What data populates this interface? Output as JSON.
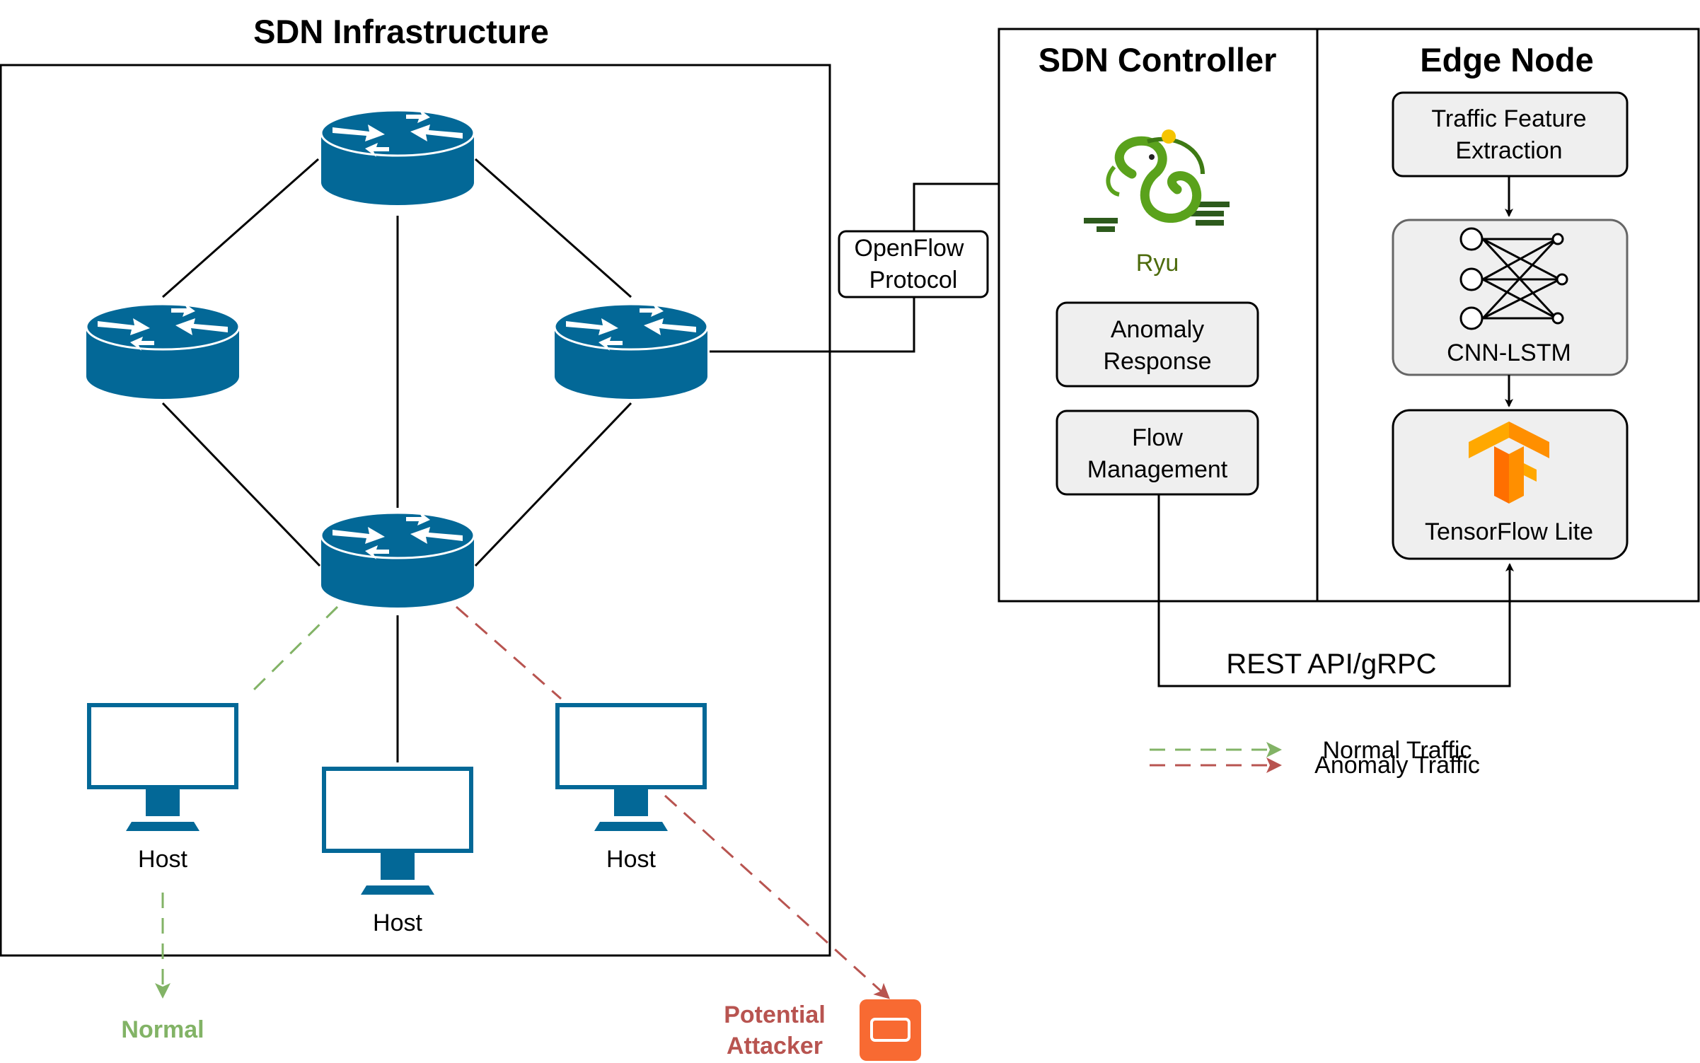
{
  "infrastructure": {
    "title": "SDN Infrastructure",
    "hosts": [
      "Host",
      "Host",
      "Host"
    ],
    "normal_label": "Normal",
    "attacker_label": [
      "Potential",
      "Attacker"
    ]
  },
  "openflow": {
    "lines": [
      "OpenFlow",
      "Protocol"
    ]
  },
  "controller": {
    "title": "SDN Controller",
    "ryu_label": "Ryu",
    "anomaly_response": [
      "Anomaly",
      "Response"
    ],
    "flow_management": [
      "Flow",
      "Management"
    ]
  },
  "edge": {
    "title": "Edge Node",
    "feature_extraction": [
      "Traffic Feature",
      "Extraction"
    ],
    "model_label": "CNN-LSTM",
    "tflite_label": "TensorFlow Lite"
  },
  "api_label": "REST API/gRPC",
  "legend": {
    "normal": "Normal Traffic",
    "anomaly": "Anomaly Traffic"
  },
  "colors": {
    "router": "#036897",
    "normal_traffic": "#82b366",
    "anomaly_traffic": "#b85450",
    "attacker_icon": "#f86a32",
    "box_fill": "#efefef",
    "ryu_text": "#4d6b0c"
  }
}
